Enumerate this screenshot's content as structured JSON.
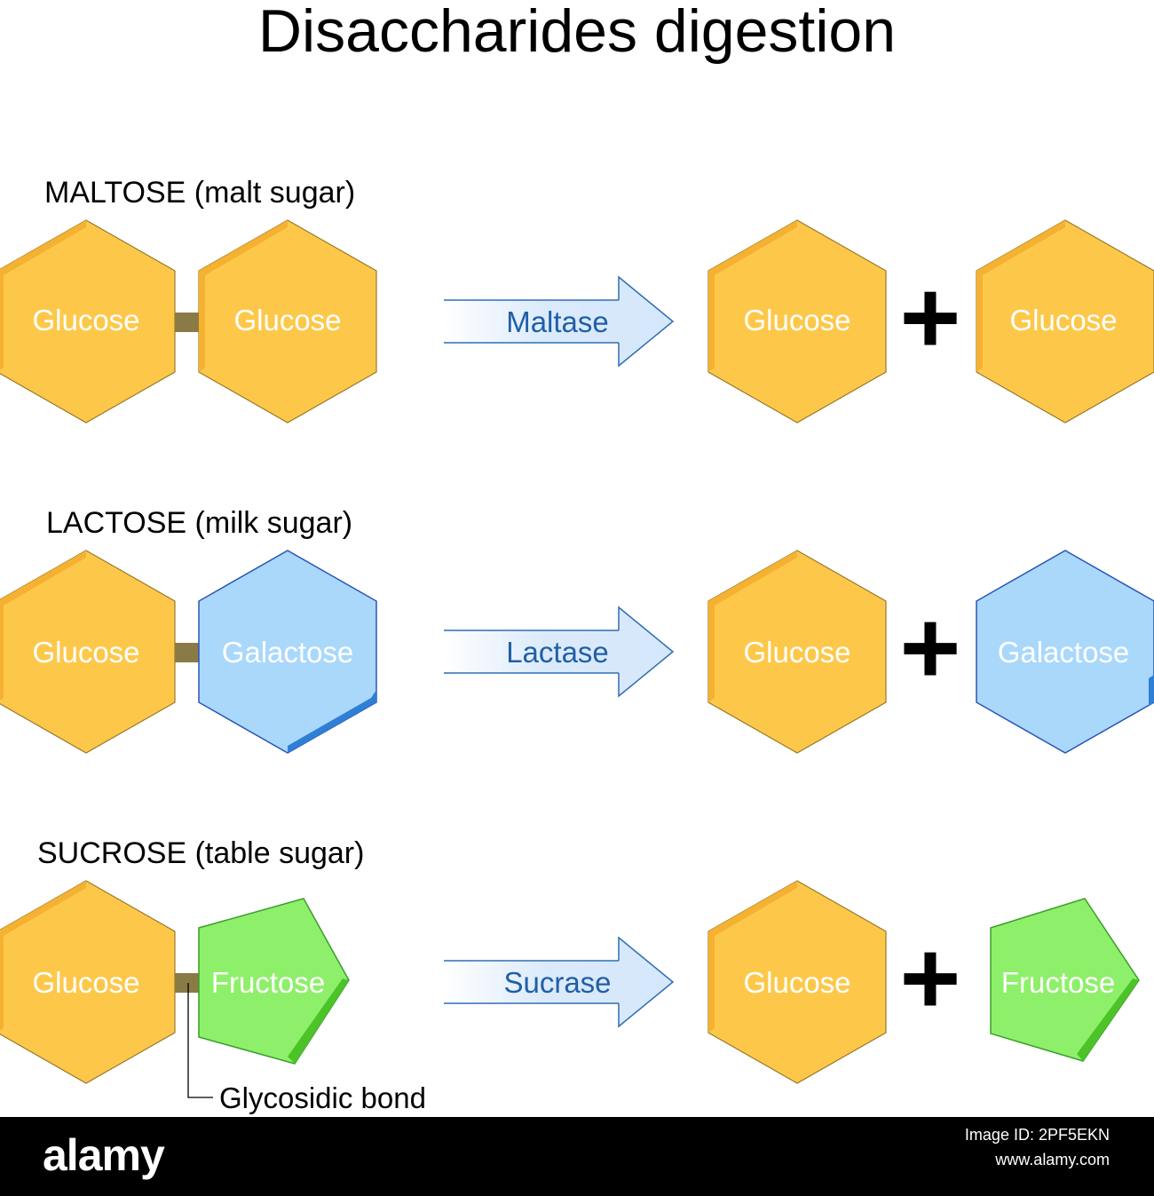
{
  "title": "Disaccharides digestion",
  "rows": [
    {
      "name": "MALTOSE (malt sugar)",
      "left": "Glucose",
      "right": "Glucose",
      "enzyme": "Maltase",
      "product1": "Glucose",
      "product2": "Glucose"
    },
    {
      "name": "LACTOSE (milk sugar)",
      "left": "Glucose",
      "right": "Galactose",
      "enzyme": "Lactase",
      "product1": "Glucose",
      "product2": "Galactose"
    },
    {
      "name": "SUCROSE (table sugar)",
      "left": "Glucose",
      "right": "Fructose",
      "enzyme": "Sucrase",
      "product1": "Glucose",
      "product2": "Fructose"
    }
  ],
  "bond_label": "Glycosidic bond",
  "plus_symbol": "+",
  "colors": {
    "glucose": "#fdc84a",
    "galactose": "#a9d8fb",
    "fructose": "#8ef06a",
    "arrow": "#dbeafb"
  },
  "footer": {
    "logo": "alamy",
    "image_id": "Image ID: 2PF5EKN",
    "url": "www.alamy.com"
  }
}
